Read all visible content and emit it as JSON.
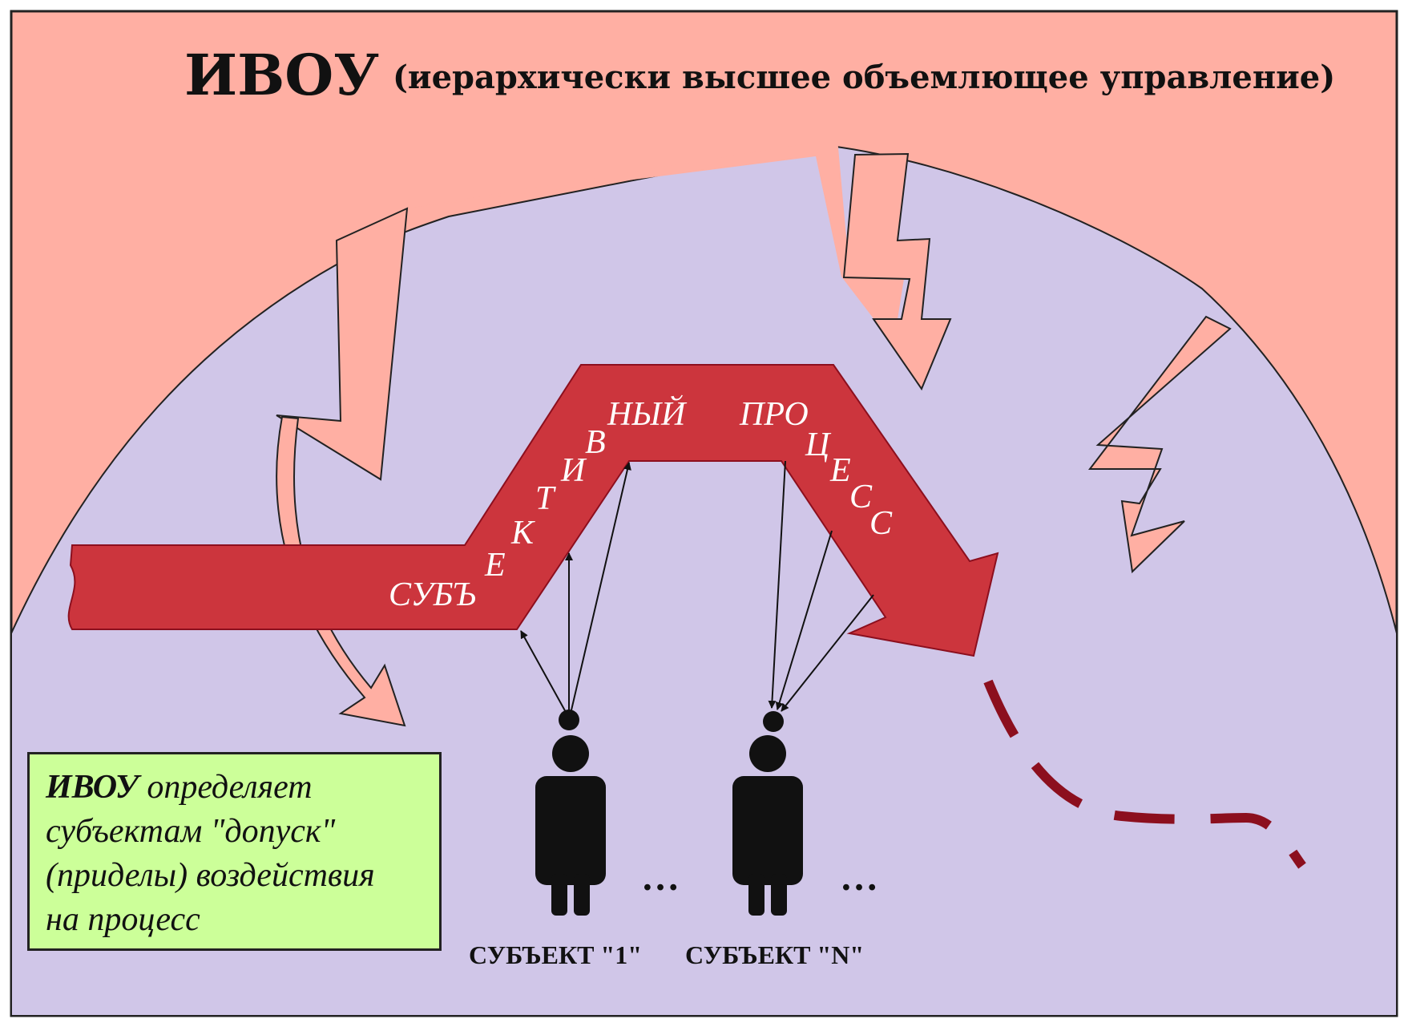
{
  "title": {
    "abbr": "ИВОУ",
    "full": "(иерархически высшее объемлющее управление)"
  },
  "process_letters": [
    "СУБЪ",
    "Е",
    "К",
    "Т",
    "И",
    "В",
    "НЫЙ",
    "ПРО",
    "Ц",
    "Е",
    "С",
    "С"
  ],
  "note": {
    "strong": "ИВОУ",
    "line1_rest": " определяет",
    "line2": "субъектам \"допуск\"",
    "line3": "(приделы) воздействия",
    "line4": "на процесс"
  },
  "subjects": [
    {
      "label": "СУБЪЕКТ \"1\""
    },
    {
      "label": "СУБЪЕКТ \"N\""
    }
  ],
  "ellipsis": "…",
  "colors": {
    "background": "#ffafa3",
    "dome": "#d0c6e8",
    "process_band": "#cc353d",
    "lightning": "#ffafa3",
    "dashed_continuation": "#8c0f1e",
    "note_background": "#ccff99"
  }
}
